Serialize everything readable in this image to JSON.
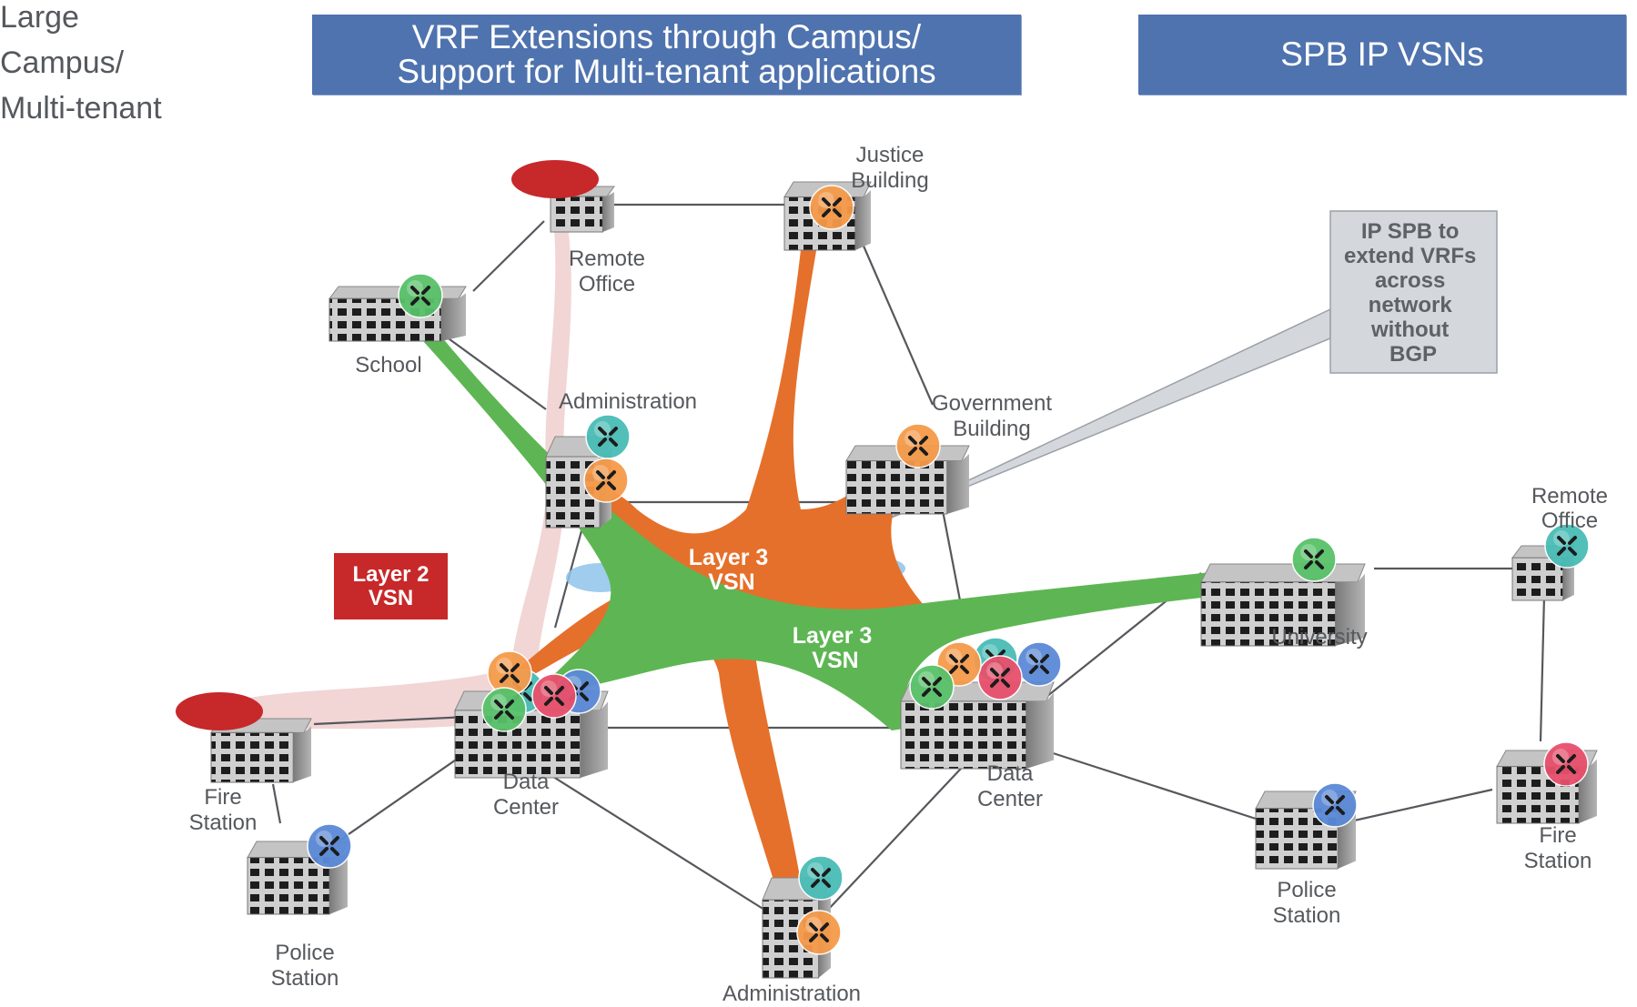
{
  "side_title": [
    "Large",
    "Campus/",
    "Multi-tenant"
  ],
  "banners": {
    "vrf": [
      "VRF Extensions through Campus/",
      "Support for Multi-tenant applications"
    ],
    "spb": "SPB IP VSNs"
  },
  "callout": {
    "lines": [
      "IP SPB to",
      "extend VRFs",
      "across",
      "network",
      "without",
      "BGP"
    ]
  },
  "layer2_badge": [
    "Layer 2",
    "VSN"
  ],
  "vsn_labels": {
    "orange": [
      "Layer 3",
      "VSN"
    ],
    "green": [
      "Layer 3",
      "VSN"
    ]
  },
  "colors": {
    "banner": "#4f73ae",
    "layer2": "#c7282a",
    "layer2_path": "#f2d5d5",
    "layer3_orange": "#e5702b",
    "layer3_green": "#5db653",
    "link": "#55585c",
    "callout_bg": "#d4d7db",
    "router_green": "#58c16a",
    "router_orange": "#f59a4a",
    "router_teal": "#49bcb6",
    "router_pink": "#e8506c",
    "router_blue": "#5b8ad8"
  },
  "nodes": [
    {
      "id": "remote-office-top",
      "label": [
        "Remote",
        "Office"
      ],
      "router": "none",
      "layer2": true
    },
    {
      "id": "justice-building",
      "label": [
        "Justice",
        "Building"
      ],
      "router": "orange"
    },
    {
      "id": "school",
      "label": [
        "School"
      ],
      "router": "green"
    },
    {
      "id": "administration-top",
      "label": [
        "Administration"
      ],
      "router": "teal+orange"
    },
    {
      "id": "government-building",
      "label": [
        "Government",
        "Building"
      ],
      "router": "orange"
    },
    {
      "id": "data-center-left",
      "label": [
        "Data",
        "Center"
      ],
      "router": "green+orange+teal+pink+blue"
    },
    {
      "id": "data-center-right",
      "label": [
        "Data",
        "Center"
      ],
      "router": "green+orange+teal+pink+blue"
    },
    {
      "id": "fire-station-left",
      "label": [
        "Fire",
        "Station"
      ],
      "router": "none",
      "layer2": true
    },
    {
      "id": "police-station-left",
      "label": [
        "Police",
        "Station"
      ],
      "router": "blue"
    },
    {
      "id": "administration-bottom",
      "label": [
        "Administration"
      ],
      "router": "teal+orange"
    },
    {
      "id": "university",
      "label": [
        "University"
      ],
      "router": "green"
    },
    {
      "id": "remote-office-right",
      "label": [
        "Remote",
        "Office"
      ],
      "router": "teal"
    },
    {
      "id": "police-station-right",
      "label": [
        "Police",
        "Station"
      ],
      "router": "blue"
    },
    {
      "id": "fire-station-right",
      "label": [
        "Fire",
        "Station"
      ],
      "router": "pink"
    }
  ]
}
